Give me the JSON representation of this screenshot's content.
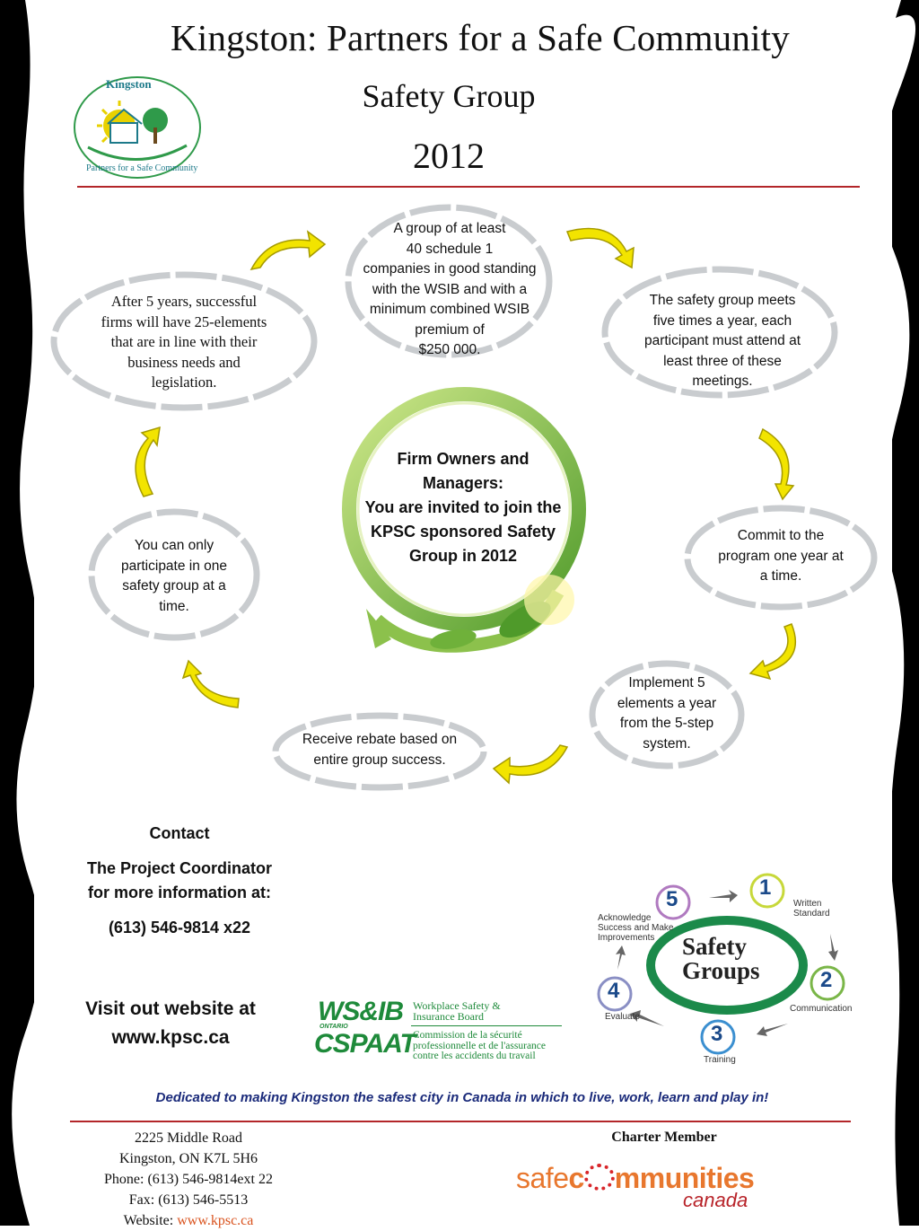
{
  "header": {
    "title": "Kingston: Partners for a Safe Community",
    "subtitle": "Safety Group",
    "year": "2012"
  },
  "logo": {
    "top_text": "Kingston",
    "ring_text": "Partners for a Safe Community",
    "colors": {
      "green": "#2f9a4a",
      "teal": "#1d7a8a",
      "yellow": "#e8d100"
    }
  },
  "cycle": {
    "center": "Firm Owners and Managers:\nYou are invited to join the KPSC sponsored Safety Group in 2012",
    "steps": [
      "A group of at least\n40 schedule 1\ncompanies in good standing\nwith the WSIB and with a\nminimum combined WSIB\npremium of\n$250 000.",
      "The safety group meets\nfive times a year, each\nparticipant must attend at\nleast  three of these\nmeetings.",
      "Commit to the\nprogram one year at\na time.",
      "Implement 5\nelements a year\nfrom the 5-step\nsystem.",
      "Receive rebate based on\nentire group success.",
      "You can only\nparticipate in one\nsafety group at a\ntime.",
      "After 5 years, successful\nfirms will have 25-elements\nthat are in line with their\nbusiness needs and\nlegislation."
    ],
    "colors": {
      "ring": "#c9cccf",
      "arrow": "#f2e400",
      "arrow_stroke": "#a59a00",
      "swirl": "#7cb342"
    }
  },
  "contact": {
    "heading": "Contact",
    "line1": "The Project Coordinator",
    "line2": "for more  information at:",
    "phone": "(613) 546-9814 x22",
    "visit1": "Visit out website at",
    "visit2": "www.kpsc.ca"
  },
  "wsib": {
    "top": "WS&IB",
    "small": "ONTARIO",
    "bottom": "CSPAAT",
    "en1": "Workplace Safety &",
    "en2": "Insurance Board",
    "fr1": "Commission de la sécurité",
    "fr2": "professionnelle et de l'assurance",
    "fr3": "contre les accidents du travail",
    "color": "#1e8a3a"
  },
  "safety_groups": {
    "title1": "Safety",
    "title2": "Groups",
    "steps": [
      {
        "n": "1",
        "label": "Written\nStandard"
      },
      {
        "n": "2",
        "label": "Communication"
      },
      {
        "n": "3",
        "label": "Training"
      },
      {
        "n": "4",
        "label": "Evaluate"
      },
      {
        "n": "5",
        "label": "Acknowledge\nSuccess and Make\nImprovements"
      }
    ]
  },
  "tagline": "Dedicated to making Kingston the safest city in Canada in which to live, work, learn and play in!",
  "footer": {
    "address1": "2225 Middle Road",
    "address2": "Kingston, ON K7L 5H6",
    "phone": "Phone: (613) 546-9814ext 22",
    "fax": "Fax:  (613) 546-5513",
    "website_label": "Website: ",
    "website": "www.kpsc.ca",
    "charter": "Charter Member",
    "sc_part1": "safe",
    "sc_part2": "c",
    "sc_part3": "mmunities",
    "sc_canada": "canada"
  }
}
